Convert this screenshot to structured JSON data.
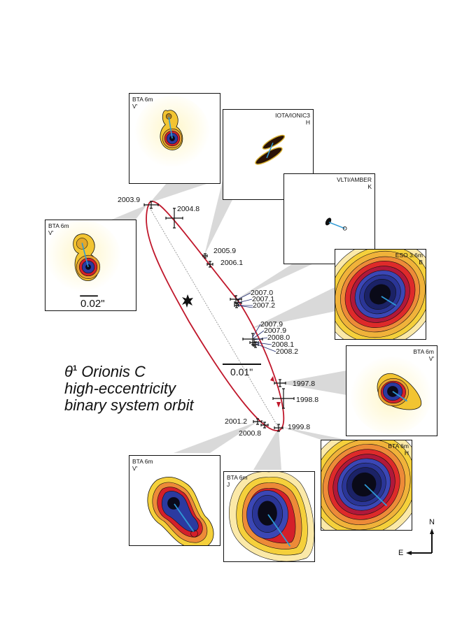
{
  "title": {
    "symbol": "θ",
    "superscript": "1",
    "line1": "Orionis C",
    "line2": "high-eccentricity",
    "line3": "binary system orbit"
  },
  "orbit": {
    "scale_bar_label": "0.01\"",
    "orbit_color": "#c0172b",
    "wedge_color": "#d9d9d9"
  },
  "epochs": [
    {
      "label": "2003.9"
    },
    {
      "label": "2004.8"
    },
    {
      "label": "2005.9"
    },
    {
      "label": "2006.1"
    },
    {
      "label": "2007.0"
    },
    {
      "label": "2007.1"
    },
    {
      "label": "2007.2"
    },
    {
      "label": "2007.9"
    },
    {
      "label": "2007.9"
    },
    {
      "label": "2008.0"
    },
    {
      "label": "2008.1"
    },
    {
      "label": "2008.2"
    },
    {
      "label": "1997.8"
    },
    {
      "label": "1998.8"
    },
    {
      "label": "2001.2"
    },
    {
      "label": "2000.8"
    },
    {
      "label": "1999.8"
    }
  ],
  "panels": [
    {
      "telescope": "BTA 6m",
      "band": "V'"
    },
    {
      "telescope": "IOTA/IONIC3",
      "band": "H"
    },
    {
      "telescope": "VLTI/AMBER",
      "band": "K"
    },
    {
      "telescope": "BTA 6m",
      "band": "V'",
      "scale_label": "0.02\""
    },
    {
      "telescope": "ESO 3.6m",
      "band": "B"
    },
    {
      "telescope": "BTA 6m",
      "band": "V'"
    },
    {
      "telescope": "BTA 6m",
      "band": "H"
    },
    {
      "telescope": "BTA 6m",
      "band": "V'"
    },
    {
      "telescope": "BTA 6m",
      "band": "J"
    }
  ],
  "compass": {
    "north": "N",
    "east": "E"
  }
}
